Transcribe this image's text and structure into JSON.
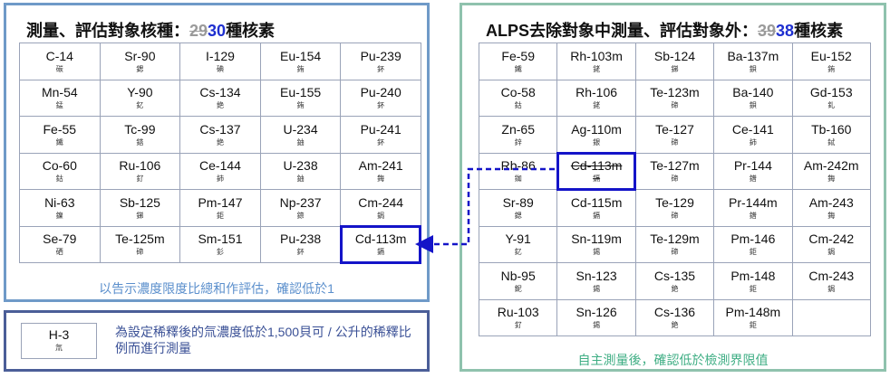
{
  "left": {
    "title_prefix": "測量、評估對象核種：",
    "title_old": "29",
    "title_new": "30",
    "title_suffix": "種核素",
    "rows": [
      [
        {
          "sym": "C-14",
          "kanji": "碳"
        },
        {
          "sym": "Sr-90",
          "kanji": "鍶"
        },
        {
          "sym": "I-129",
          "kanji": "碘"
        },
        {
          "sym": "Eu-154",
          "kanji": "銪"
        },
        {
          "sym": "Pu-239",
          "kanji": "鈈"
        }
      ],
      [
        {
          "sym": "Mn-54",
          "kanji": "錳"
        },
        {
          "sym": "Y-90",
          "kanji": "釔"
        },
        {
          "sym": "Cs-134",
          "kanji": "銫"
        },
        {
          "sym": "Eu-155",
          "kanji": "銪"
        },
        {
          "sym": "Pu-240",
          "kanji": "鈈"
        }
      ],
      [
        {
          "sym": "Fe-55",
          "kanji": "鐵"
        },
        {
          "sym": "Tc-99",
          "kanji": "鎝"
        },
        {
          "sym": "Cs-137",
          "kanji": "銫"
        },
        {
          "sym": "U-234",
          "kanji": "鈾"
        },
        {
          "sym": "Pu-241",
          "kanji": "鈈"
        }
      ],
      [
        {
          "sym": "Co-60",
          "kanji": "鈷"
        },
        {
          "sym": "Ru-106",
          "kanji": "釕"
        },
        {
          "sym": "Ce-144",
          "kanji": "鈰"
        },
        {
          "sym": "U-238",
          "kanji": "鈾"
        },
        {
          "sym": "Am-241",
          "kanji": "鋂"
        }
      ],
      [
        {
          "sym": "Ni-63",
          "kanji": "鎳"
        },
        {
          "sym": "Sb-125",
          "kanji": "銻"
        },
        {
          "sym": "Pm-147",
          "kanji": "鉅"
        },
        {
          "sym": "Np-237",
          "kanji": "錼"
        },
        {
          "sym": "Cm-244",
          "kanji": "鋦"
        }
      ],
      [
        {
          "sym": "Se-79",
          "kanji": "硒"
        },
        {
          "sym": "Te-125m",
          "kanji": "碲"
        },
        {
          "sym": "Sm-151",
          "kanji": "釤"
        },
        {
          "sym": "Pu-238",
          "kanji": "鈈"
        },
        {
          "sym": "Cd-113m",
          "kanji": "鎘",
          "highlight": true
        }
      ]
    ],
    "note": "以告示濃度限度比總和作評估，確認低於1"
  },
  "right": {
    "title_prefix": "ALPS去除對象中測量、評估對象外：",
    "title_old": "39",
    "title_new": "38",
    "title_suffix": "種核素",
    "rows": [
      [
        {
          "sym": "Fe-59",
          "kanji": "鐵"
        },
        {
          "sym": "Rh-103m",
          "kanji": "銠"
        },
        {
          "sym": "Sb-124",
          "kanji": "銻"
        },
        {
          "sym": "Ba-137m",
          "kanji": "鋇"
        },
        {
          "sym": "Eu-152",
          "kanji": "銪"
        }
      ],
      [
        {
          "sym": "Co-58",
          "kanji": "鈷"
        },
        {
          "sym": "Rh-106",
          "kanji": "銠"
        },
        {
          "sym": "Te-123m",
          "kanji": "碲"
        },
        {
          "sym": "Ba-140",
          "kanji": "鋇"
        },
        {
          "sym": "Gd-153",
          "kanji": "釓"
        }
      ],
      [
        {
          "sym": "Zn-65",
          "kanji": "鋅"
        },
        {
          "sym": "Ag-110m",
          "kanji": "銀"
        },
        {
          "sym": "Te-127",
          "kanji": "碲"
        },
        {
          "sym": "Ce-141",
          "kanji": "鈰"
        },
        {
          "sym": "Tb-160",
          "kanji": "鋱"
        }
      ],
      [
        {
          "sym": "Rb-86",
          "kanji": "銣"
        },
        {
          "sym": "Cd-113m",
          "kanji": "鎘",
          "highlight": true,
          "struck": true
        },
        {
          "sym": "Te-127m",
          "kanji": "碲"
        },
        {
          "sym": "Pr-144",
          "kanji": "鐠"
        },
        {
          "sym": "Am-242m",
          "kanji": "鋂"
        }
      ],
      [
        {
          "sym": "Sr-89",
          "kanji": "鍶"
        },
        {
          "sym": "Cd-115m",
          "kanji": "鎘"
        },
        {
          "sym": "Te-129",
          "kanji": "碲"
        },
        {
          "sym": "Pr-144m",
          "kanji": "鐠"
        },
        {
          "sym": "Am-243",
          "kanji": "鋂"
        }
      ],
      [
        {
          "sym": "Y-91",
          "kanji": "釔"
        },
        {
          "sym": "Sn-119m",
          "kanji": "錫"
        },
        {
          "sym": "Te-129m",
          "kanji": "碲"
        },
        {
          "sym": "Pm-146",
          "kanji": "鉅"
        },
        {
          "sym": "Cm-242",
          "kanji": "鋦"
        }
      ],
      [
        {
          "sym": "Nb-95",
          "kanji": "鈮"
        },
        {
          "sym": "Sn-123",
          "kanji": "錫"
        },
        {
          "sym": "Cs-135",
          "kanji": "銫"
        },
        {
          "sym": "Pm-148",
          "kanji": "鉅"
        },
        {
          "sym": "Cm-243",
          "kanji": "鋦"
        }
      ],
      [
        {
          "sym": "Ru-103",
          "kanji": "釕"
        },
        {
          "sym": "Sn-126",
          "kanji": "錫"
        },
        {
          "sym": "Cs-136",
          "kanji": "銫"
        },
        {
          "sym": "Pm-148m",
          "kanji": "鉅"
        },
        {
          "sym": "",
          "kanji": ""
        }
      ]
    ],
    "note": "自主測量後，確認低於檢測界限值"
  },
  "bottom": {
    "sym": "H-3",
    "kanji": "氚",
    "text": "為設定稀釋後的氚濃度低於1,500貝可 / 公升的稀釋比例而進行測量"
  },
  "colors": {
    "left_border": "#6f9ac8",
    "right_border": "#8fc2ad",
    "bottom_border": "#4b5e98",
    "highlight": "#1414c8",
    "new_count": "#1e2fd0"
  }
}
